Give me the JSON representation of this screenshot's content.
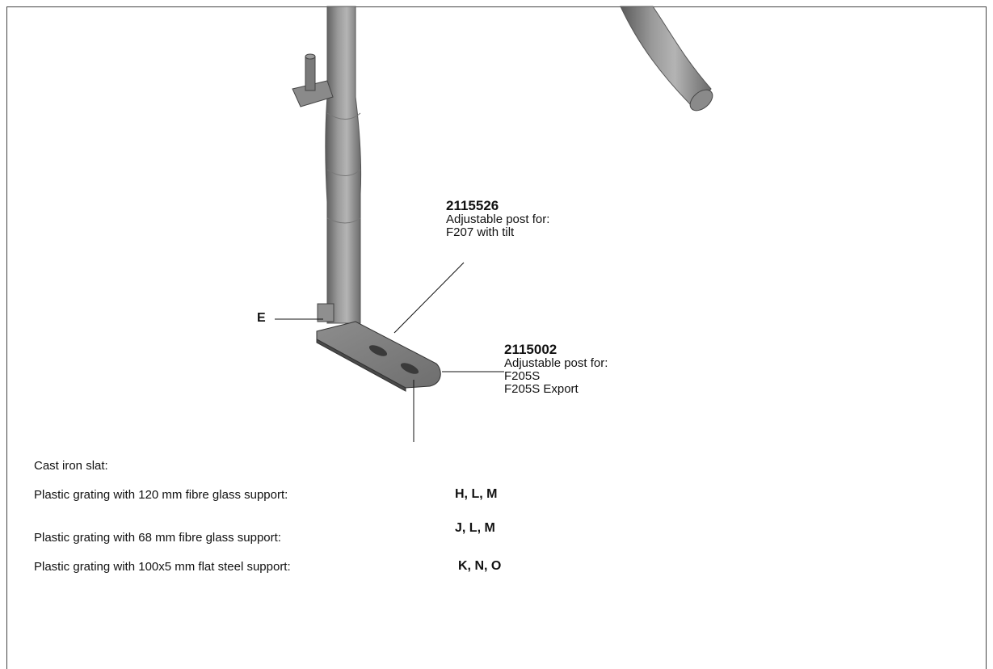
{
  "callouts": {
    "post_a": {
      "part_number": "2115526",
      "description": "Adjustable post for:",
      "models": [
        "F207 with tilt"
      ]
    },
    "post_b": {
      "part_number": "2115002",
      "description": "Adjustable post for:",
      "models": [
        "F205S",
        "F205S Export"
      ]
    },
    "marker_e": "E"
  },
  "legend": {
    "rows": [
      {
        "label": "Cast iron slat:",
        "codes": ""
      },
      {
        "label": "Plastic grating  with 120 mm fibre glass support:",
        "codes": "H, L, M"
      },
      {
        "label": "Plastic grating  with  68 mm fibre glass support:",
        "codes": "J, L, M"
      },
      {
        "label": "Plastic grating  with  100x5 mm flat steel support:",
        "codes": "K, N, O"
      }
    ]
  }
}
